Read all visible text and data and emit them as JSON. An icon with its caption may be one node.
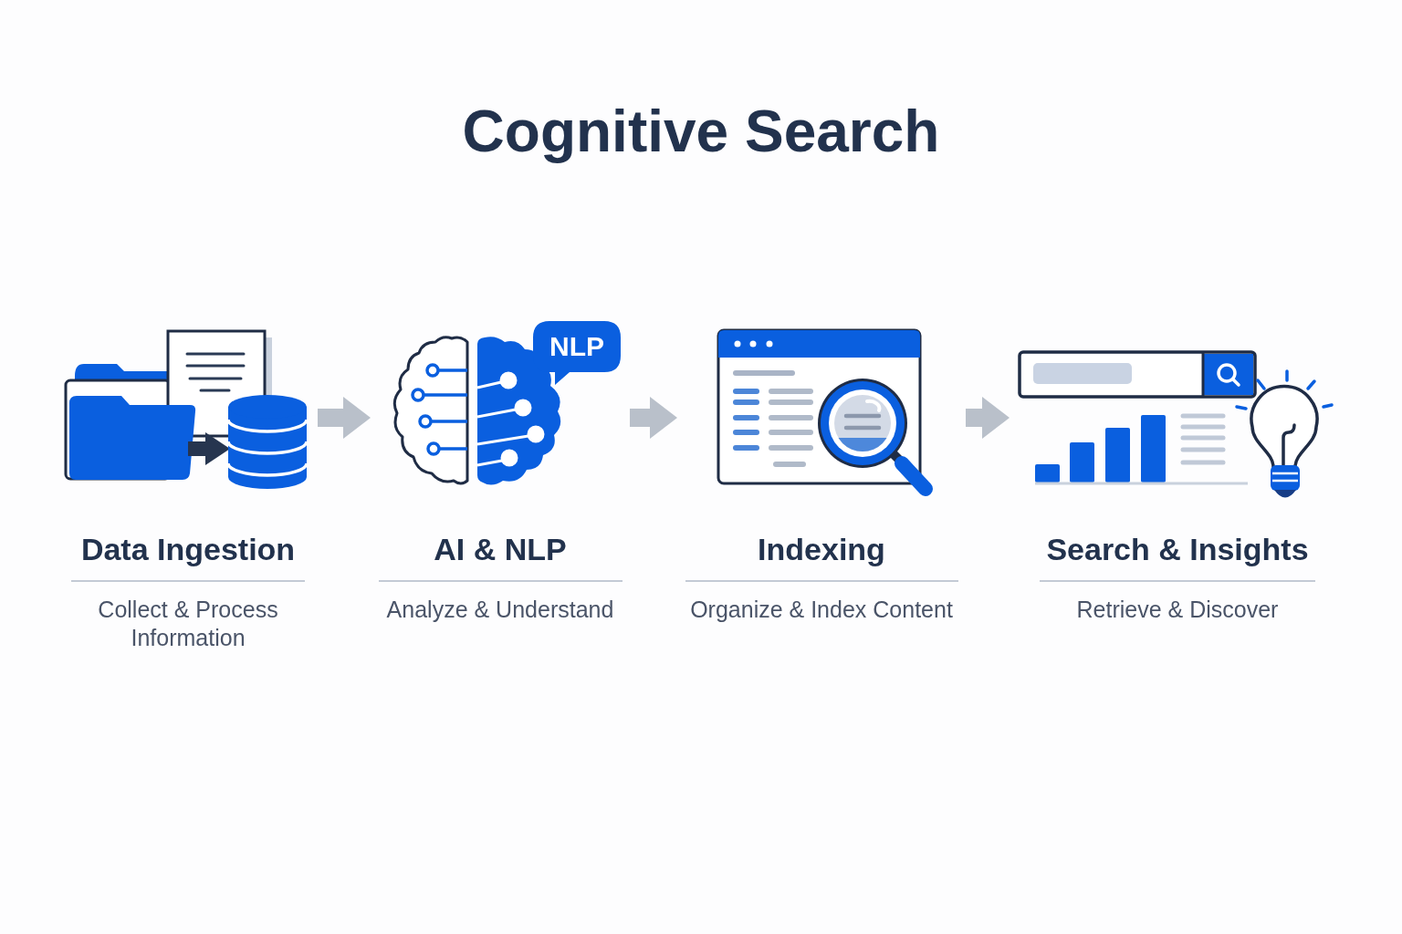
{
  "diagram": {
    "title": "Cognitive Search",
    "nodes": [
      {
        "text": [
          "Data Ingestion",
          "Collect & Process Information"
        ]
      },
      {
        "text": [
          "AI & NLP",
          "Analyze & Understand"
        ]
      },
      {
        "text": [
          "NLP"
        ]
      },
      {
        "text": [
          "Indexing",
          "Organize & Index Content"
        ]
      },
      {
        "text": [
          "Search & Insights",
          "Retrieve & Discover"
        ]
      }
    ],
    "edges": [
      {
        "from": 0,
        "to": 1,
        "arrow": "to"
      },
      {
        "from": 1,
        "to": 3,
        "arrow": "to"
      },
      {
        "from": 3,
        "to": 4,
        "arrow": "to"
      }
    ]
  }
}
